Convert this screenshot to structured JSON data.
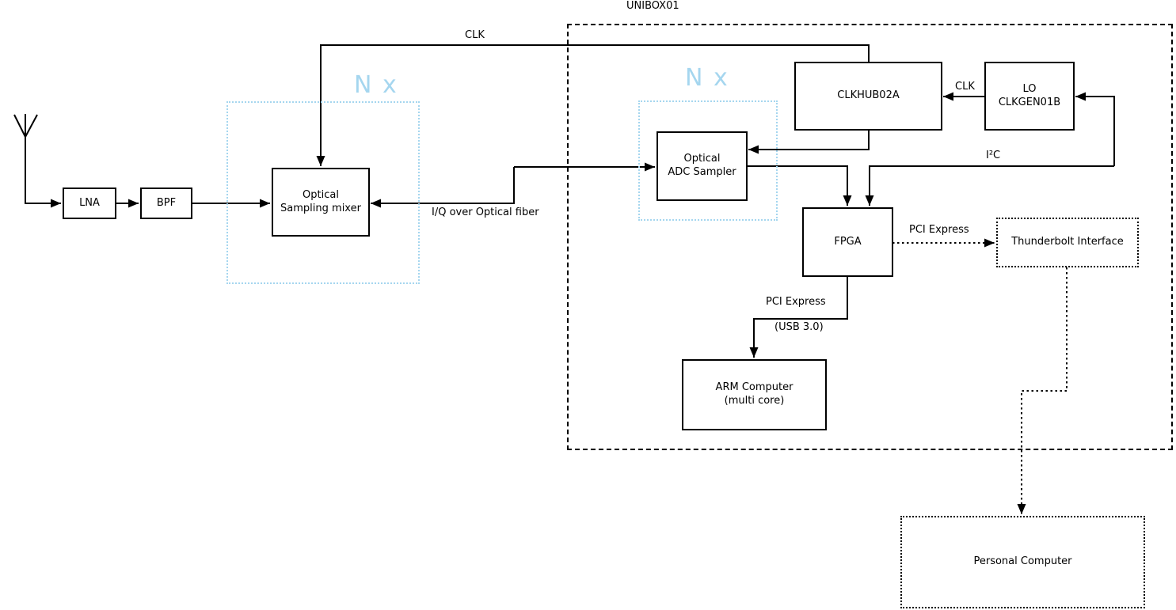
{
  "diagram": {
    "title_label": "UNIBOX01",
    "colors": {
      "line": "#000000",
      "accent_blue": "#a5d6ef",
      "background": "#ffffff"
    },
    "regions": {
      "unibox": {
        "label": "UNIBOX01",
        "style": "dashed-black"
      },
      "nx_mixer": {
        "label": "N x",
        "style": "dotted-blue"
      },
      "nx_adc": {
        "label": "N x",
        "style": "dotted-blue"
      }
    },
    "blocks": {
      "lna": {
        "label": "LNA"
      },
      "bpf": {
        "label": "BPF"
      },
      "mixer": {
        "lines": [
          "Optical",
          "Sampling mixer"
        ]
      },
      "adc": {
        "lines": [
          "Optical",
          "ADC Sampler"
        ]
      },
      "clkhub": {
        "label": "CLKHUB02A"
      },
      "lo": {
        "lines": [
          "LO",
          "CLKGEN01B"
        ]
      },
      "fpga": {
        "label": "FPGA"
      },
      "thunderbolt": {
        "label": "Thunderbolt Interface"
      },
      "arm": {
        "lines": [
          "ARM Computer",
          "(multi core)"
        ]
      },
      "pc": {
        "label": "Personal Computer"
      }
    },
    "edges": {
      "clk_top": {
        "label": "CLK"
      },
      "clk_lo_hub": {
        "label": "CLK"
      },
      "i2c": {
        "label": "I²C"
      },
      "fiber": {
        "label": "I/Q over Optical fiber"
      },
      "pci_thunderbolt": {
        "label": "PCI Express"
      },
      "pci_arm": {
        "label": "PCI Express"
      },
      "usb": {
        "label": "(USB 3.0)"
      }
    },
    "icons": {
      "antenna": "antenna-icon"
    }
  }
}
